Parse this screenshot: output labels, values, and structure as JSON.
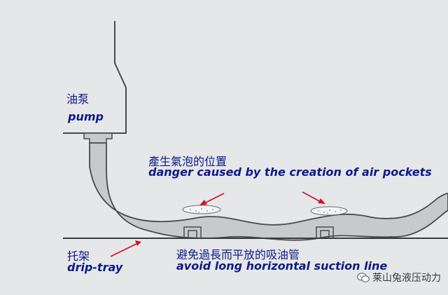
{
  "pump": {
    "label_zh": "油泵",
    "label_en": "pump"
  },
  "danger": {
    "label_zh": "產生氣泡的位置",
    "label_en": "danger caused by the creation of air pockets"
  },
  "tray": {
    "label_zh": "托架",
    "label_en": "drip-tray"
  },
  "advice": {
    "label_zh": "避免過長而平放的吸油管",
    "label_en": "avoid long horizontal suction line"
  },
  "watermark": {
    "text": "莱山兔液压动力"
  },
  "colors": {
    "background": "#e6e7e8",
    "outline": "#4a4a4a",
    "pipe_fill": "#c8c9cb",
    "label_text": "#0c1a8a",
    "arrow": "#d0142a"
  }
}
